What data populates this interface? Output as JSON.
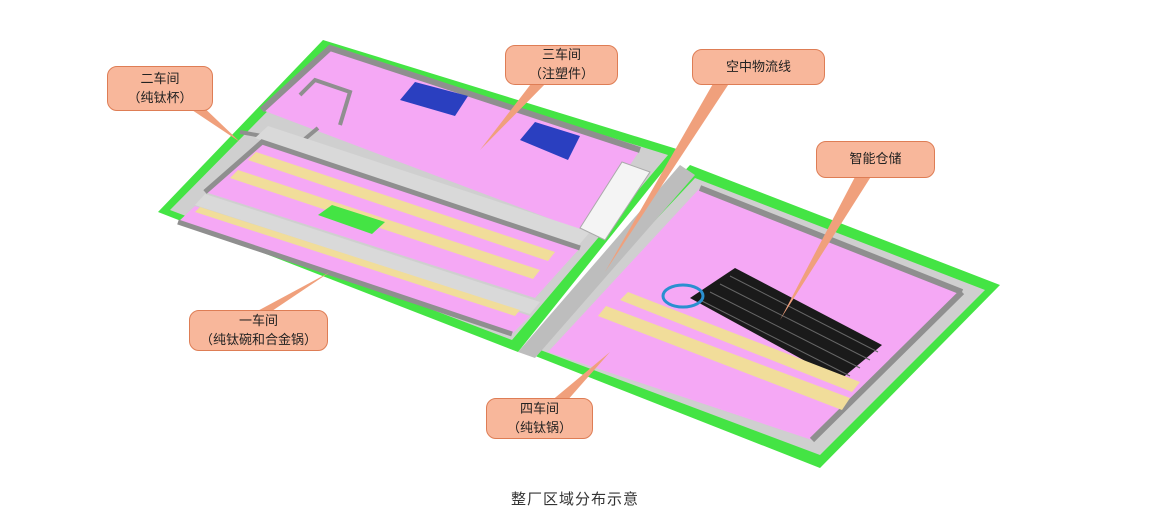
{
  "callouts": {
    "workshop2": {
      "title": "二车间",
      "subtitle": "（纯钛杯）"
    },
    "workshop3": {
      "title": "三车间",
      "subtitle": "（注塑件）"
    },
    "logistics": {
      "title": "空中物流线"
    },
    "warehouse": {
      "title": "智能仓储"
    },
    "workshop1": {
      "title": "一车间",
      "subtitle": "（纯钛碗和合金锅）"
    },
    "workshop4": {
      "title": "四车间",
      "subtitle": "（纯钛锅）"
    }
  },
  "caption": "整厂区域分布示意",
  "colors": {
    "floor": "#f5a8f5",
    "floor_dark": "#e68fe8",
    "walkway": "#d9d9d9",
    "wall": "#8f8f8f",
    "lawn": "#44e444",
    "callout_fill": "#f8b79b",
    "callout_border": "#de7d55",
    "leader": "#f0a07c",
    "conveyor": "#f1dd9a",
    "racks": "#1a1a1a",
    "solar": "#2a3fc0"
  }
}
